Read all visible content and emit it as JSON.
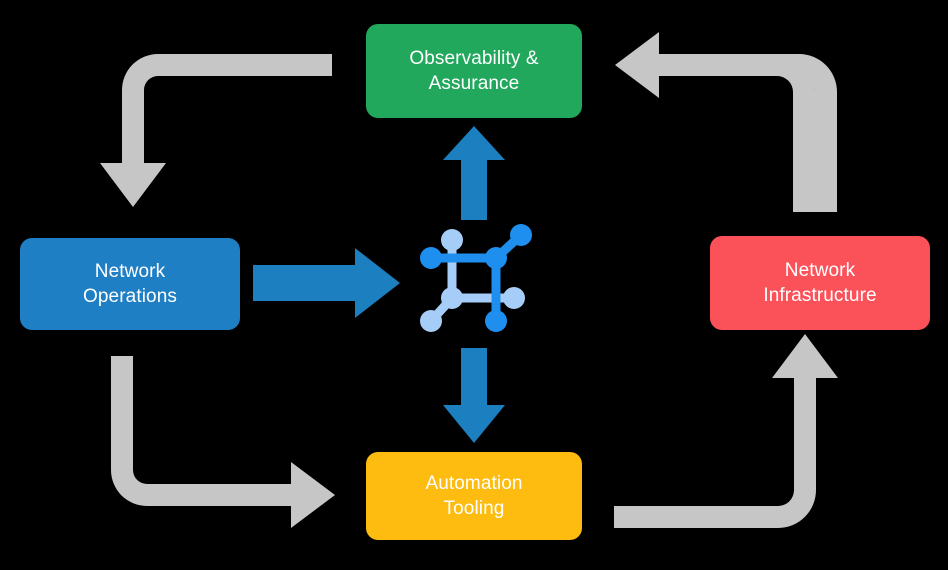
{
  "diagram": {
    "type": "cycle-diagram",
    "background_color": "#000000",
    "title": "",
    "nodes": [
      {
        "id": "observability",
        "label": "Observability &\nAssurance",
        "color": "#22a85c",
        "position": "top"
      },
      {
        "id": "network-operations",
        "label": "Network\nOperations",
        "color": "#1f7fc4",
        "position": "left"
      },
      {
        "id": "network-infrastructure",
        "label": "Network\nInfrastructure",
        "color": "#fb5159",
        "position": "right"
      },
      {
        "id": "automation-tooling",
        "label": "Automation\nTooling",
        "color": "#febc11",
        "position": "bottom"
      }
    ],
    "center": {
      "icon": "network-mesh-icon",
      "label": "",
      "color_primary": "#1f8fef",
      "color_secondary": "#a6cdf7"
    },
    "connectors": {
      "blue_color": "#1b7fc0",
      "gray_color": "#c6c6c6",
      "blue_arrows": [
        {
          "id": "ops-to-center",
          "from": "network-operations",
          "to": "center",
          "direction": "right"
        },
        {
          "id": "center-to-observability",
          "from": "center",
          "to": "observability",
          "direction": "up"
        },
        {
          "id": "center-to-automation",
          "from": "center",
          "to": "automation-tooling",
          "direction": "down"
        }
      ],
      "gray_arrows": [
        {
          "id": "observability-to-operations",
          "from": "observability",
          "to": "network-operations",
          "direction": "down"
        },
        {
          "id": "operations-to-automation",
          "from": "network-operations",
          "to": "automation-tooling",
          "direction": "right"
        },
        {
          "id": "automation-to-infrastructure",
          "from": "automation-tooling",
          "to": "network-infrastructure",
          "direction": "up"
        },
        {
          "id": "infrastructure-to-observability",
          "from": "network-infrastructure",
          "to": "observability",
          "direction": "left"
        }
      ]
    }
  }
}
